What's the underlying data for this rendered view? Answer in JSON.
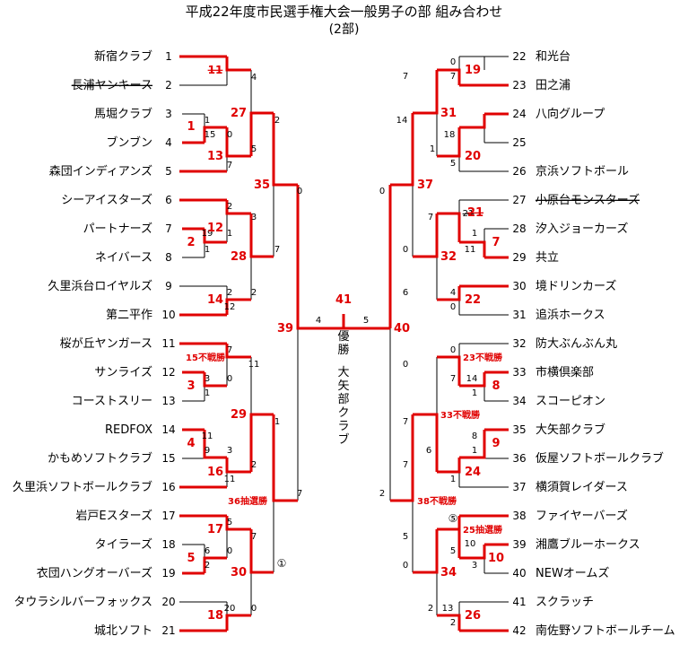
{
  "title": "平成22年度市民選手権大会一般男子の部 組み合わせ",
  "subtitle": "(2部)",
  "left_teams": [
    {
      "seed": "1",
      "name": "新宿クラブ"
    },
    {
      "seed": "2",
      "name": "長浦ヤンキース",
      "struck": true
    },
    {
      "seed": "3",
      "name": "馬堀クラブ"
    },
    {
      "seed": "4",
      "name": "ブンブン"
    },
    {
      "seed": "5",
      "name": "森団インディアンズ"
    },
    {
      "seed": "6",
      "name": "シーアイスターズ"
    },
    {
      "seed": "7",
      "name": "パートナーズ"
    },
    {
      "seed": "8",
      "name": "ネイバース"
    },
    {
      "seed": "9",
      "name": "久里浜台ロイヤルズ"
    },
    {
      "seed": "10",
      "name": "第二平作"
    },
    {
      "seed": "11",
      "name": "桜が丘ヤンガース"
    },
    {
      "seed": "12",
      "name": "サンライズ"
    },
    {
      "seed": "13",
      "name": "コーストスリー"
    },
    {
      "seed": "14",
      "name": "REDFOX"
    },
    {
      "seed": "15",
      "name": "かもめソフトクラブ"
    },
    {
      "seed": "16",
      "name": "久里浜ソフトボールクラブ"
    },
    {
      "seed": "17",
      "name": "岩戸Eスターズ"
    },
    {
      "seed": "18",
      "name": "タイラーズ"
    },
    {
      "seed": "19",
      "name": "衣団ハングオーバーズ"
    },
    {
      "seed": "20",
      "name": "タウラシルバーフォックス"
    },
    {
      "seed": "21",
      "name": "城北ソフト"
    }
  ],
  "right_teams": [
    {
      "seed": "22",
      "name": "和光台"
    },
    {
      "seed": "23",
      "name": "田之浦"
    },
    {
      "seed": "24",
      "name": "八向グループ"
    },
    {
      "seed": "25",
      "name": ""
    },
    {
      "seed": "26",
      "name": "京浜ソフトボール"
    },
    {
      "seed": "27",
      "name": "小原台モンスターズ",
      "struck": true
    },
    {
      "seed": "28",
      "name": "汐入ジョーカーズ"
    },
    {
      "seed": "29",
      "name": "共立"
    },
    {
      "seed": "30",
      "name": "境ドリンカーズ"
    },
    {
      "seed": "31",
      "name": "追浜ホークス"
    },
    {
      "seed": "32",
      "name": "防大ぶんぶん丸"
    },
    {
      "seed": "33",
      "name": "市横倶楽部"
    },
    {
      "seed": "34",
      "name": "スコーピオン"
    },
    {
      "seed": "35",
      "name": "大矢部クラブ"
    },
    {
      "seed": "36",
      "name": "仮屋ソフトボールクラブ"
    },
    {
      "seed": "37",
      "name": "横須賀レイダース"
    },
    {
      "seed": "38",
      "name": "ファイヤーバーズ"
    },
    {
      "seed": "39",
      "name": "湘鷹ブルーホークス"
    },
    {
      "seed": "40",
      "name": "NEWオームズ"
    },
    {
      "seed": "41",
      "name": "スクラッチ"
    },
    {
      "seed": "42",
      "name": "南佐野ソフトボールチーム"
    }
  ],
  "match_labels": [
    {
      "text": "11",
      "struck": true
    },
    {
      "text": "1"
    },
    {
      "text": "12"
    },
    {
      "text": "2"
    },
    {
      "text": "13"
    },
    {
      "text": "14"
    },
    {
      "text": "27"
    },
    {
      "text": "28"
    },
    {
      "text": "35"
    },
    {
      "text": "15不戦勝"
    },
    {
      "text": "3"
    },
    {
      "text": "4"
    },
    {
      "text": "16"
    },
    {
      "text": "29"
    },
    {
      "text": "5"
    },
    {
      "text": "17"
    },
    {
      "text": "18"
    },
    {
      "text": "30"
    },
    {
      "text": "36抽選勝"
    },
    {
      "text": "39"
    },
    {
      "text": "41"
    },
    {
      "text": "40"
    },
    {
      "text": "19"
    },
    {
      "text": "20"
    },
    {
      "text": "31"
    },
    {
      "text": "21",
      "struck": true
    },
    {
      "text": "7"
    },
    {
      "text": "32"
    },
    {
      "text": "22"
    },
    {
      "text": "37"
    },
    {
      "text": "23不戦勝"
    },
    {
      "text": "8"
    },
    {
      "text": "9"
    },
    {
      "text": "24"
    },
    {
      "text": "33不戦勝"
    },
    {
      "text": "25抽選勝"
    },
    {
      "text": "10"
    },
    {
      "text": "34"
    },
    {
      "text": "26"
    },
    {
      "text": "38不戦勝"
    }
  ],
  "scores": [
    "4",
    "1",
    "0",
    "15",
    "7",
    "5",
    "2",
    "3",
    "1",
    "19",
    "7",
    "2",
    "12",
    "2",
    "0",
    "4",
    "7",
    "0",
    "3",
    "1",
    "7",
    "11",
    "3",
    "11",
    "9",
    "2",
    "1",
    "11",
    "5",
    "7",
    "0",
    "6",
    "0",
    "2",
    "20",
    "0",
    "0",
    "7",
    "1",
    "7",
    "18",
    "5",
    "14",
    "7",
    "0",
    "1",
    "11",
    "0",
    "6",
    "4",
    "0",
    "0",
    "0",
    "7",
    "1",
    "14",
    "7",
    "8",
    "1",
    "6",
    "7",
    "1",
    "5",
    "0",
    "5",
    "10",
    "3",
    "2",
    "13",
    "2"
  ],
  "markers": [
    "①",
    "⑤"
  ],
  "final": {
    "left_score": "4",
    "right_score": "5"
  },
  "winner_caption": "優勝",
  "winner_name": "大矢部クラブ",
  "colors": {
    "win": "#e00000",
    "line": "#000000"
  }
}
